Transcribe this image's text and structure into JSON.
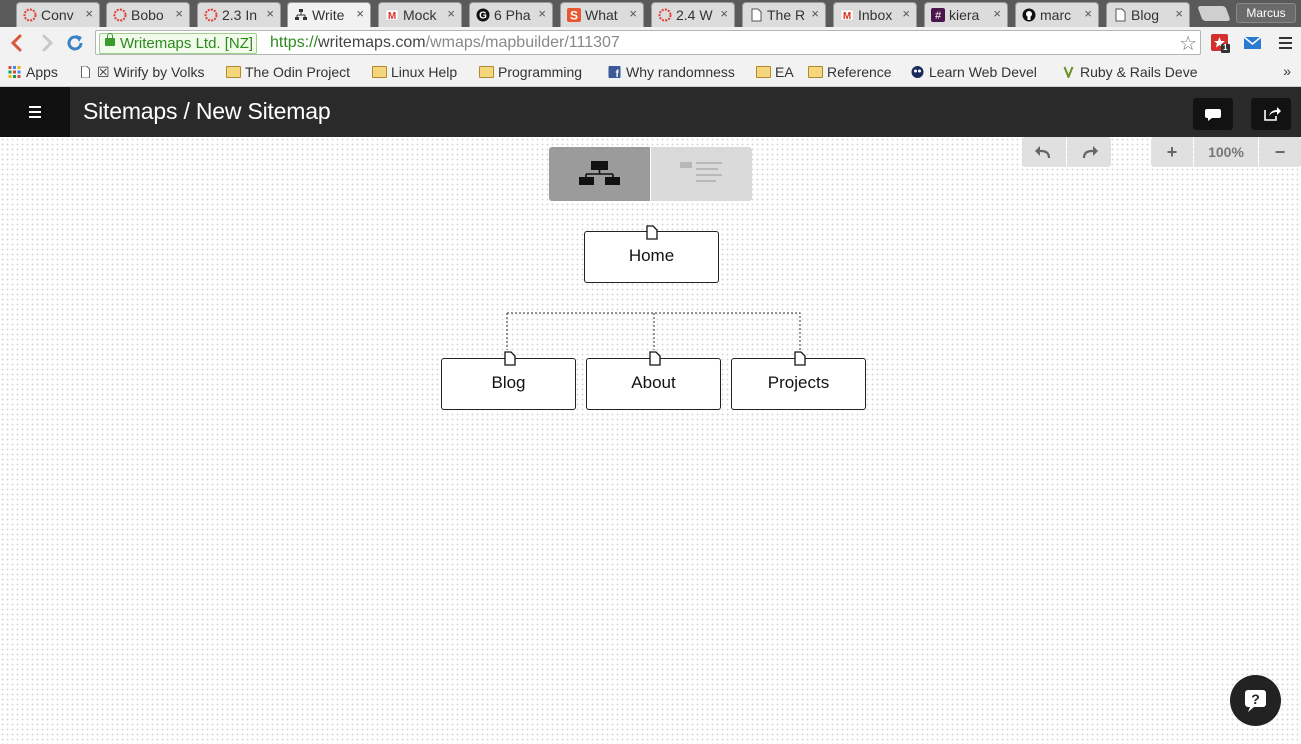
{
  "browser": {
    "tabs": [
      {
        "label": "Conv",
        "icon": "opera-icon",
        "active": false
      },
      {
        "label": "Bobo",
        "icon": "opera-icon",
        "active": false
      },
      {
        "label": "2.3 In",
        "icon": "opera-icon",
        "active": false
      },
      {
        "label": "Write",
        "icon": "sitemap-icon",
        "active": true
      },
      {
        "label": "Mock",
        "icon": "gmail-icon",
        "active": false
      },
      {
        "label": "6 Pha",
        "icon": "g-icon",
        "active": false
      },
      {
        "label": "What",
        "icon": "s-icon",
        "active": false
      },
      {
        "label": "2.4 W",
        "icon": "opera-icon",
        "active": false
      },
      {
        "label": "The R",
        "icon": "page-icon",
        "active": false
      },
      {
        "label": "Inbox",
        "icon": "gmail-icon",
        "active": false
      },
      {
        "label": "kiera",
        "icon": "slack-icon",
        "active": false
      },
      {
        "label": "marc",
        "icon": "github-icon",
        "active": false
      },
      {
        "label": "Blog",
        "icon": "page-icon",
        "active": false
      }
    ],
    "tab_close_glyph": "×",
    "profile_name": "Marcus",
    "site_identity": "Writemaps Ltd. [NZ]",
    "url_scheme": "https://",
    "url_host": "writemaps.com",
    "url_path": "/wmaps/mapbuilder/111307",
    "extension_badge": "1",
    "bookmarks": [
      {
        "label": "Apps",
        "icon": "apps-grid-icon"
      },
      {
        "label": "☒ Wirify by Volks",
        "icon": "page-icon"
      },
      {
        "label": "The Odin Project",
        "icon": "folder-icon"
      },
      {
        "label": "Linux Help",
        "icon": "folder-icon"
      },
      {
        "label": "Programming",
        "icon": "folder-icon"
      },
      {
        "label": "Why randomness",
        "icon": "facebook-icon"
      },
      {
        "label": "EA",
        "icon": "folder-icon"
      },
      {
        "label": "Reference",
        "icon": "folder-icon"
      },
      {
        "label": "Learn Web Devel",
        "icon": "owl-icon"
      },
      {
        "label": "Ruby & Rails Deve",
        "icon": "leaf-icon"
      }
    ],
    "bookmarks_overflow": "»"
  },
  "app": {
    "title": "Sitemaps / New Sitemap",
    "zoom": "100%",
    "zoom_in": "+",
    "zoom_out": "−"
  },
  "sitemap": {
    "root": "Home",
    "children": [
      "Blog",
      "About",
      "Projects"
    ]
  },
  "colors": {
    "header_bg": "#2a2a2a",
    "menu_bg": "#111111",
    "toggle_active": "#9b9b9b",
    "toggle_inactive": "#dadada"
  }
}
